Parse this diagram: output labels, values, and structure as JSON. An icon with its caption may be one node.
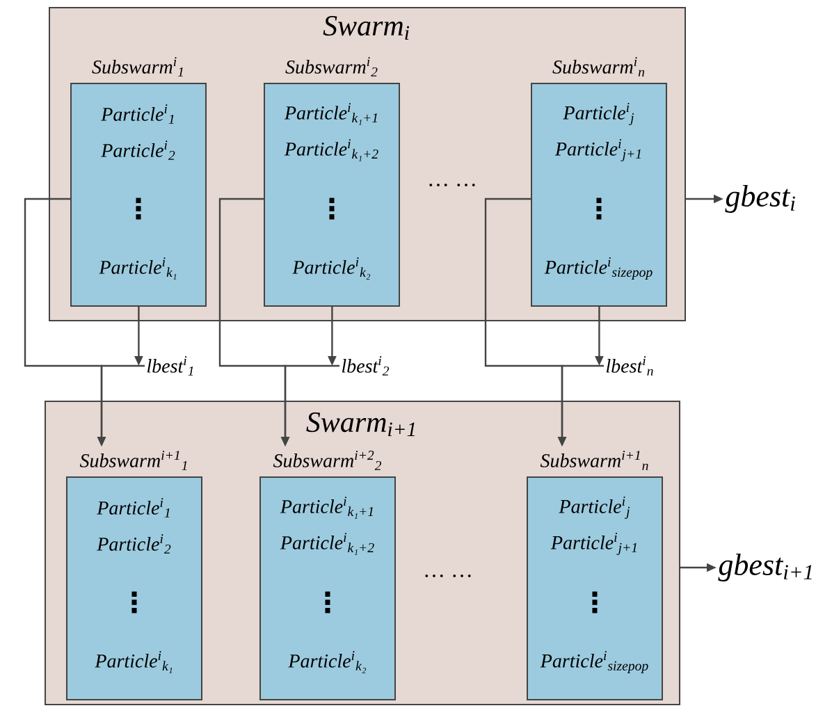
{
  "diagram": {
    "nodes": [
      {
        "text": [
          "Swarm$_{i}$"
        ]
      },
      {
        "text": [
          "Subswarm$^{i}$$_{1}$",
          "Particle$^{i}$$_{1}$",
          "Particle$^{i}$$_{2}$",
          "⋮",
          "Particle$^{i}$$_{k₁}$"
        ],
        "in": 0
      },
      {
        "text": [
          "Subswarm$^{i}$$_{2}$",
          "Particle$^{i}$$_{k₁+1}$",
          "Particle$^{i}$$_{k₁+2}$",
          "⋮",
          "Particle$^{i}$$_{k₂}$"
        ],
        "in": 0
      },
      {
        "text": [
          "Subswarm$^{i}$$_{n}$",
          "Particle$^{i}$$_{j}$",
          "Particle$^{i}$$_{j+1}$",
          "⋮",
          "Particle$^{i}$$_{sizepop}$"
        ],
        "in": 0
      },
      {
        "text": [
          "gbest$_{i}$"
        ]
      },
      {
        "text": [
          "lbest$^{i}$$_{1}$"
        ]
      },
      {
        "text": [
          "lbest$^{i}$$_{2}$"
        ]
      },
      {
        "text": [
          "lbest$^{i}$$_{n}$"
        ]
      },
      {
        "text": [
          "Swarm$_{i+1}$"
        ]
      },
      {
        "text": [
          "Subswarm$^{i+1}$$_{1}$",
          "Particle$^{i}$$_{1}$",
          "Particle$^{i}$$_{2}$",
          "⋮",
          "Particle$^{i}$$_{k₁}$"
        ],
        "in": 8
      },
      {
        "text": [
          "Subswarm$^{i+2}$$_{2}$",
          "Particle$^{i}$$_{k₁+1}$",
          "Particle$^{i}$$_{k₁+2}$",
          "⋮",
          "Particle$^{i}$$_{k₂}$"
        ],
        "in": 8
      },
      {
        "text": [
          "Subswarm$^{i+1}$$_{n}$",
          "Particle$^{i}$$_{j}$",
          "Particle$^{i}$$_{j+1}$",
          "⋮",
          "Particle$^{i}$$_{sizepop}$"
        ],
        "in": 8
      },
      {
        "text": [
          "gbest$_{i+1}$"
        ]
      }
    ],
    "edges": [
      {
        "from": 0,
        "to": 4,
        "arrow": "to"
      },
      {
        "from": 1,
        "to": 5,
        "arrow": "to"
      },
      {
        "from": 1,
        "to": 9,
        "arrow": "to"
      },
      {
        "from": 5,
        "to": 9,
        "arrow": "to"
      },
      {
        "from": 2,
        "to": 6,
        "arrow": "to"
      },
      {
        "from": 2,
        "to": 10,
        "arrow": "to"
      },
      {
        "from": 6,
        "to": 10,
        "arrow": "to"
      },
      {
        "from": 3,
        "to": 7,
        "arrow": "to"
      },
      {
        "from": 3,
        "to": 11,
        "arrow": "to"
      },
      {
        "from": 7,
        "to": 11,
        "arrow": "to"
      },
      {
        "from": 8,
        "to": 12,
        "arrow": "to"
      }
    ],
    "labels": [
      "… …",
      "… …"
    ]
  }
}
